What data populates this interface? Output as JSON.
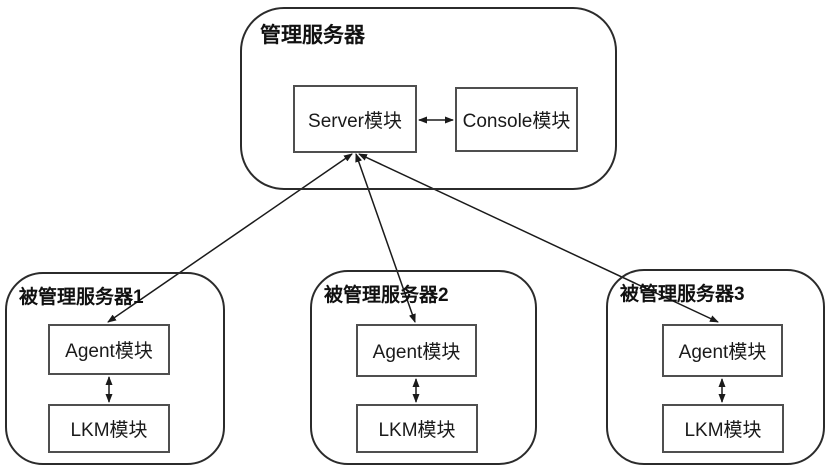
{
  "diagram": {
    "management_server": {
      "title": "管理服务器",
      "server_module_label": "Server模块",
      "console_module_label": "Console模块"
    },
    "managed_servers": [
      {
        "title": "被管理服务器1",
        "agent_label": "Agent模块",
        "lkm_label": "LKM模块"
      },
      {
        "title": "被管理服务器2",
        "agent_label": "Agent模块",
        "lkm_label": "LKM模块"
      },
      {
        "title": "被管理服务器3",
        "agent_label": "Agent模块",
        "lkm_label": "LKM模块"
      }
    ],
    "connections": [
      {
        "from": "Server模块",
        "to": "Console模块",
        "bidirectional": true
      },
      {
        "from": "Server模块",
        "to": "被管理服务器1 Agent模块",
        "bidirectional": true
      },
      {
        "from": "Server模块",
        "to": "被管理服务器2 Agent模块",
        "bidirectional": true
      },
      {
        "from": "Server模块",
        "to": "被管理服务器3 Agent模块",
        "bidirectional": true
      },
      {
        "from": "被管理服务器1 Agent模块",
        "to": "被管理服务器1 LKM模块",
        "bidirectional": true
      },
      {
        "from": "被管理服务器2 Agent模块",
        "to": "被管理服务器2 LKM模块",
        "bidirectional": true
      },
      {
        "from": "被管理服务器3 Agent模块",
        "to": "被管理服务器3 LKM模块",
        "bidirectional": true
      }
    ],
    "colors": {
      "background": "#ffffff",
      "container_border": "#2b2b2b",
      "module_border": "#4f4f4f",
      "connector": "#1a1a1a",
      "text": "#111111"
    }
  }
}
